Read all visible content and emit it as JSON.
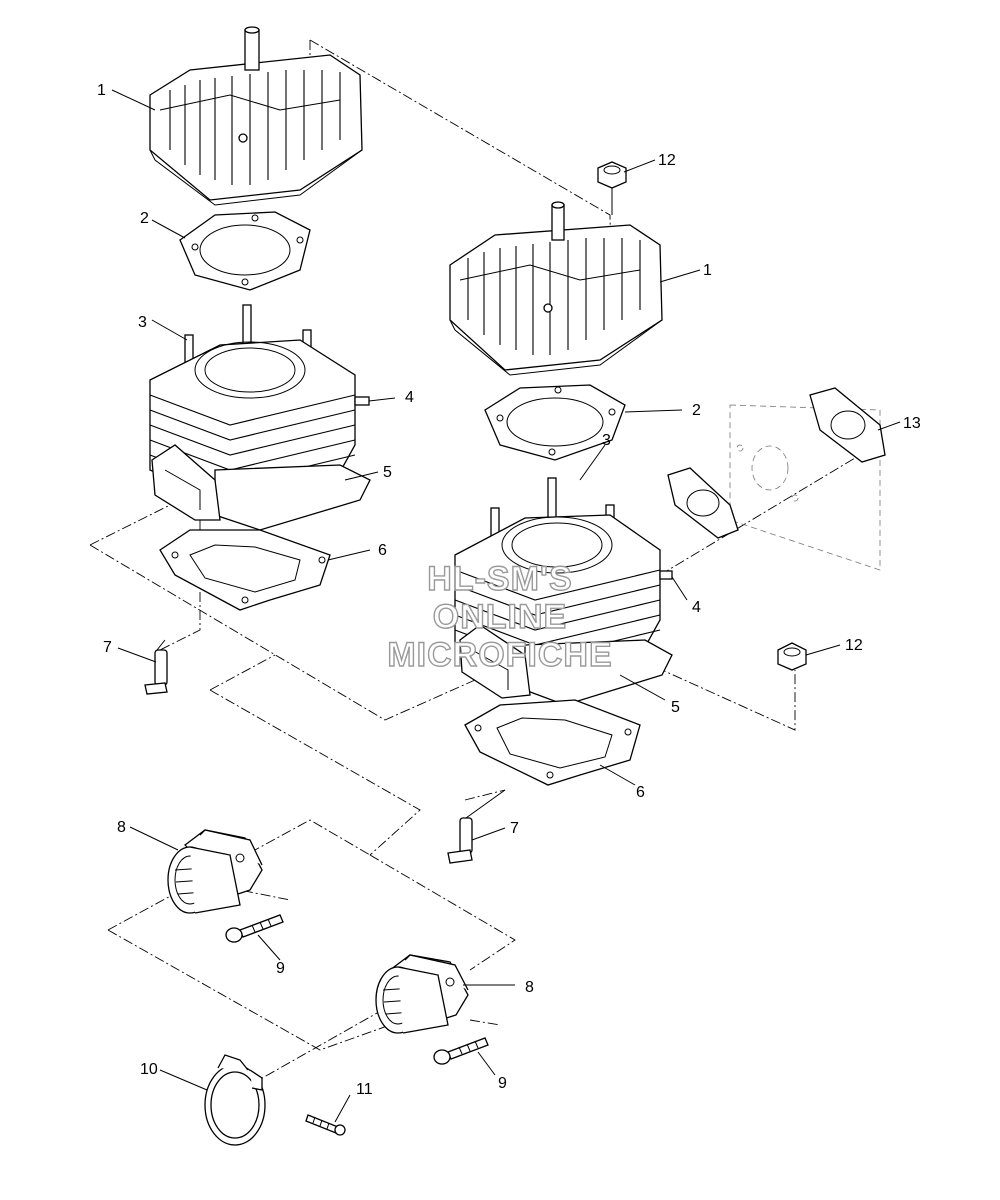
{
  "watermark": [
    "HL-SM'S",
    "ONLINE",
    "MICROFICHE"
  ],
  "callouts": {
    "c1a": "1",
    "c2a": "2",
    "c3a": "3",
    "c4a": "4",
    "c5a": "5",
    "c6a": "6",
    "c7a": "7",
    "c8a": "8",
    "c9a": "9",
    "c10": "10",
    "c11": "11",
    "c12a": "12",
    "c1b": "1",
    "c2b": "2",
    "c3b": "3",
    "c4b": "4",
    "c5b": "5",
    "c6b": "6",
    "c7b": "7",
    "c8b": "8",
    "c9b": "9",
    "c12b": "12",
    "c13": "13"
  }
}
